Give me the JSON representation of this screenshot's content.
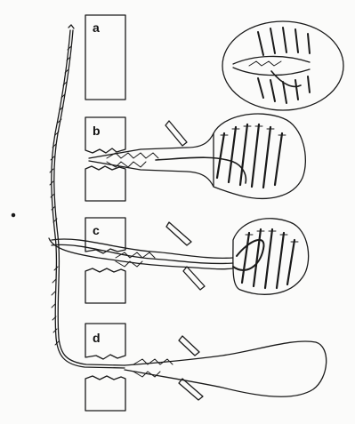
{
  "figure": {
    "labels": {
      "a": "a",
      "b": "b",
      "c": "c",
      "d": "d"
    },
    "ink_color": "#1a1a1a",
    "paper_color": "#fbfbfa"
  }
}
